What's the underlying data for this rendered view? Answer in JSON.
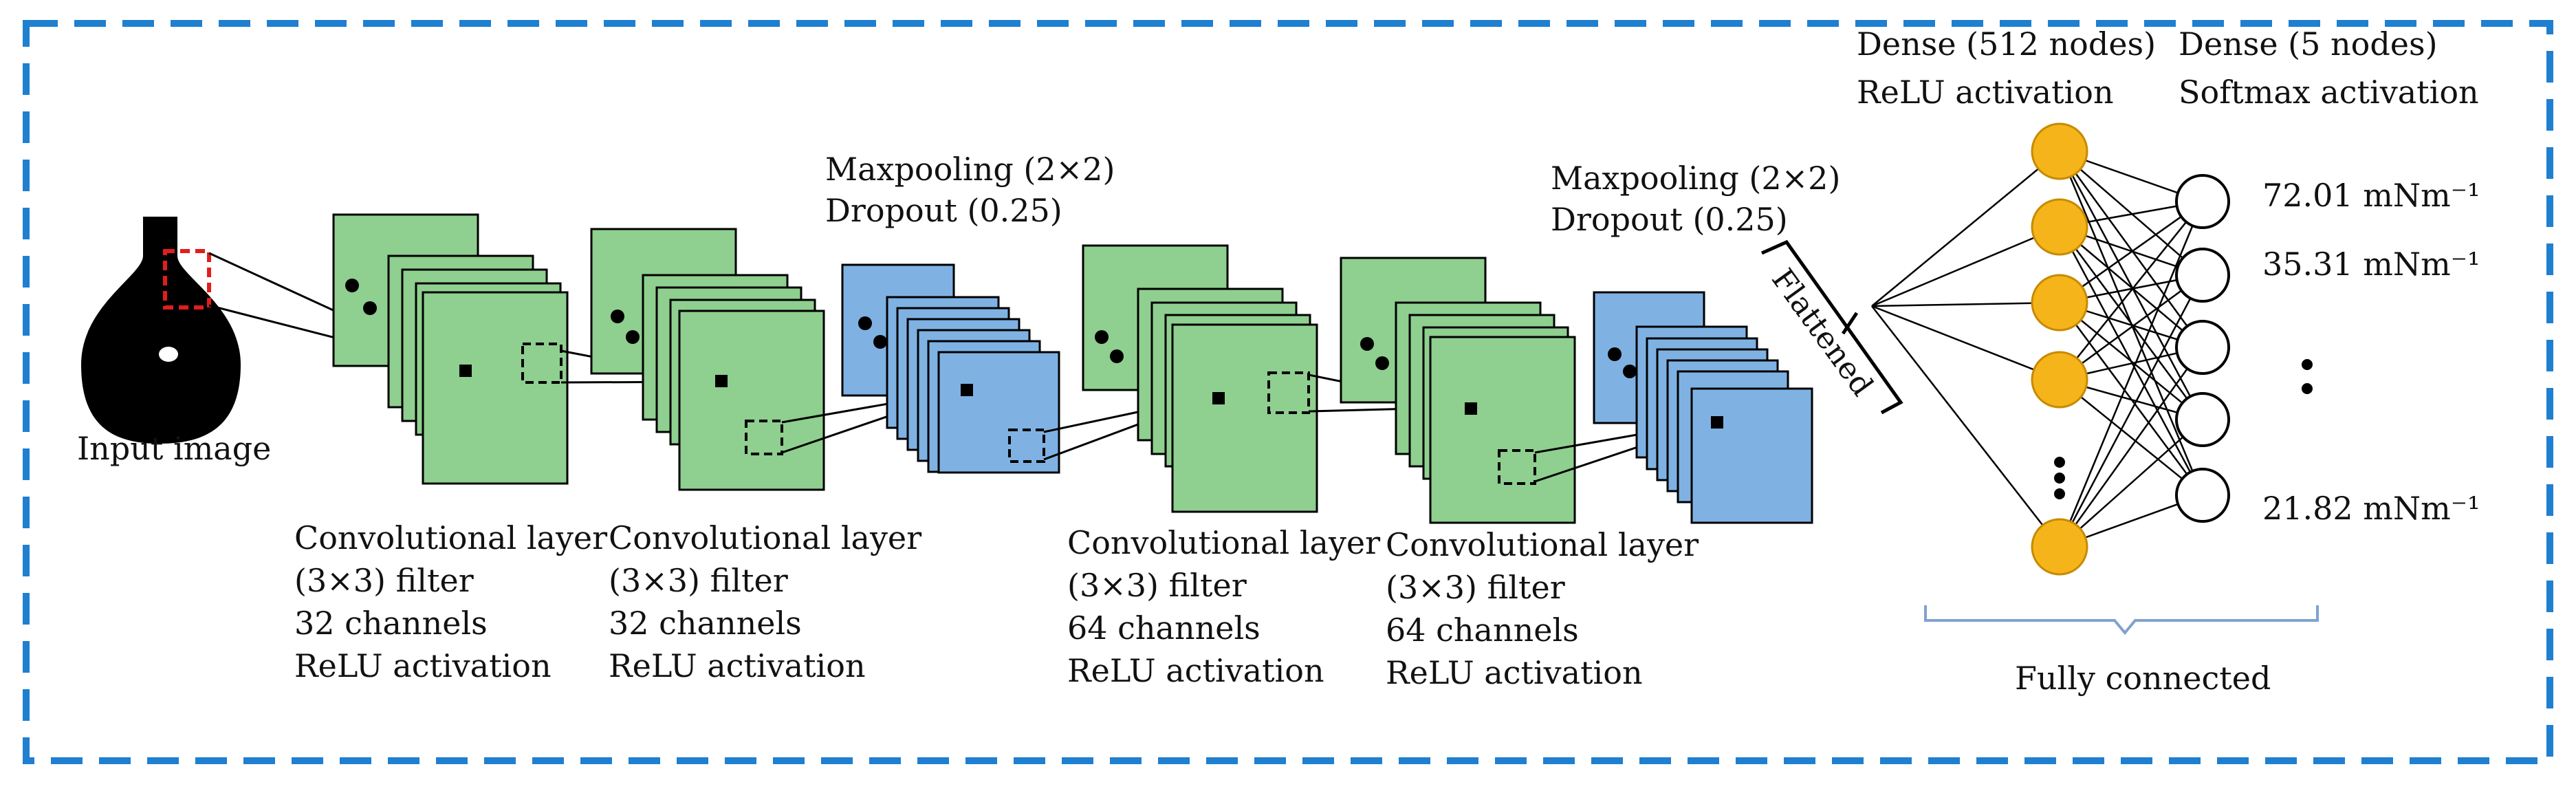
{
  "colors": {
    "frame": "#1f7fd0",
    "conv_fill": "#8fcf8f",
    "pool_fill": "#7fb2e3",
    "dense_node": "#f5b51a",
    "softmax_node": "#ffffff",
    "selection_box": "#e11d1d",
    "bracket": "#7fa2cf"
  },
  "input": {
    "label": "Input image"
  },
  "conv_layers": [
    {
      "lines": [
        "Convolutional layer",
        "(3×3) filter",
        "32 channels",
        "ReLU activation"
      ]
    },
    {
      "lines": [
        "Convolutional layer",
        "(3×3) filter",
        "32 channels",
        "ReLU activation"
      ]
    },
    {
      "lines": [
        "Convolutional layer",
        "(3×3) filter",
        "64 channels",
        "ReLU activation"
      ]
    },
    {
      "lines": [
        "Convolutional layer",
        "(3×3) filter",
        "64 channels",
        "ReLU activation"
      ]
    }
  ],
  "pool_layers": [
    {
      "lines": [
        "Maxpooling (2×2)",
        "Dropout (0.25)"
      ]
    },
    {
      "lines": [
        "Maxpooling (2×2)",
        "Dropout (0.25)"
      ]
    }
  ],
  "flatten": {
    "label": "Flattened"
  },
  "dense": {
    "lines": [
      "Dense (512 nodes)",
      "ReLU activation"
    ]
  },
  "softmax": {
    "lines": [
      "Dense (5 nodes)",
      "Softmax activation"
    ],
    "outputs": [
      "72.01 mNm⁻¹",
      "35.31 mNm⁻¹",
      "21.82 mNm⁻¹"
    ]
  },
  "fully_connected": {
    "label": "Fully connected"
  }
}
